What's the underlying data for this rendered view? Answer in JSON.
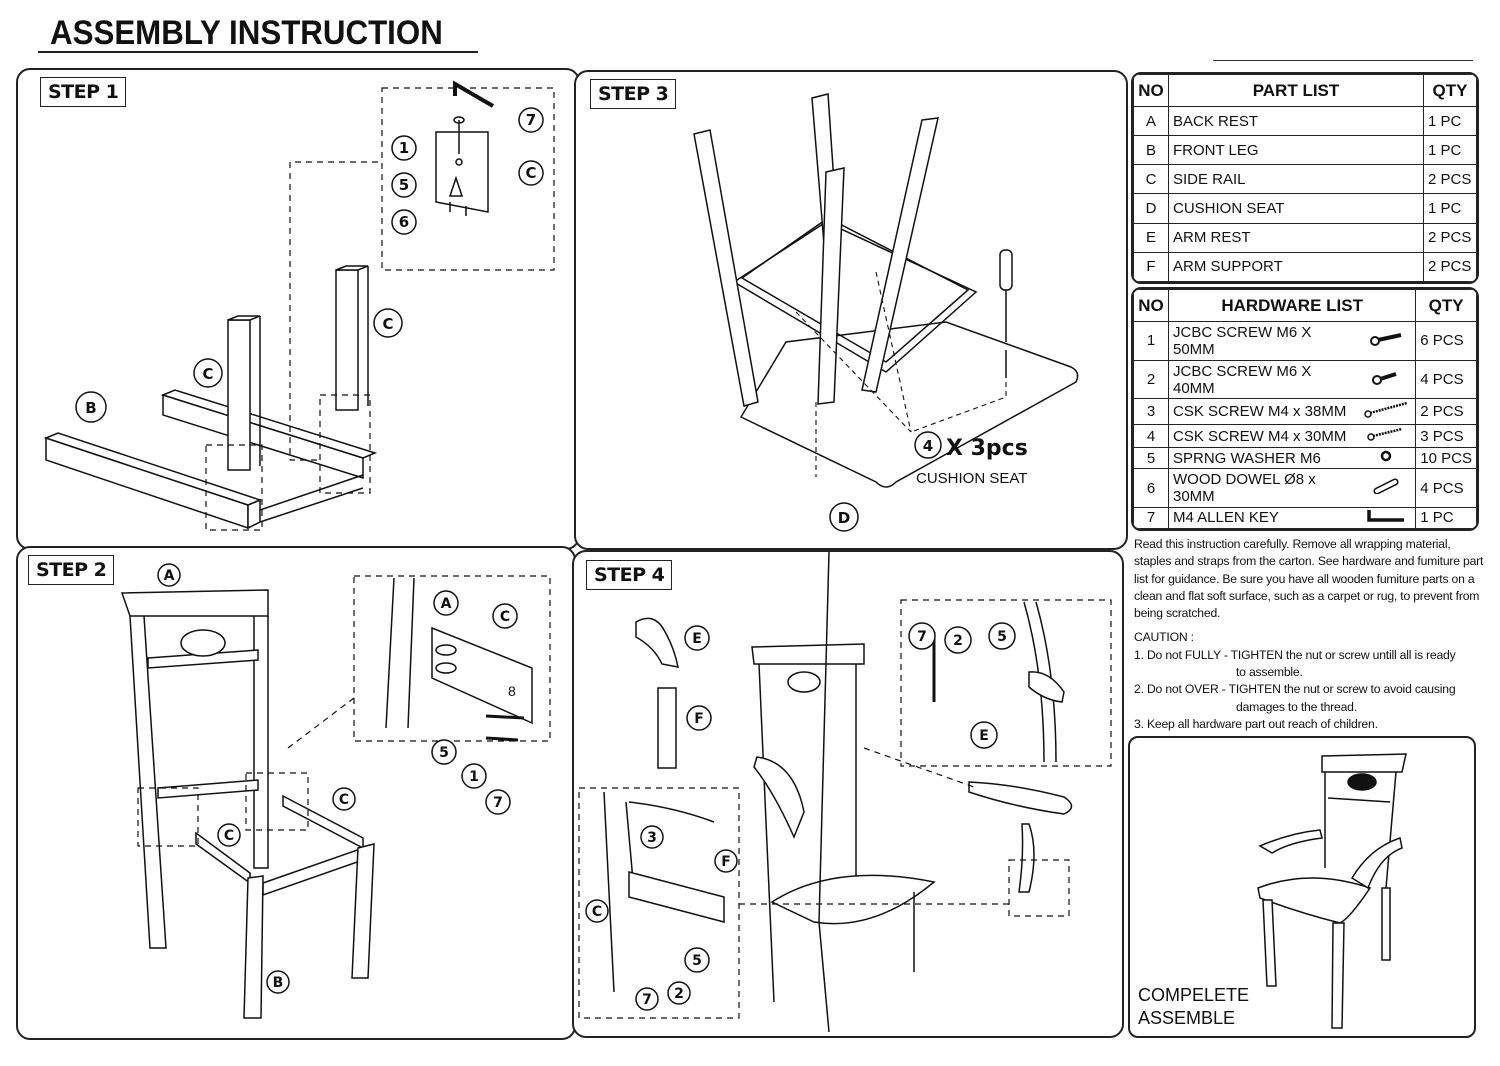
{
  "document": {
    "title": "ASSEMBLY INSTRUCTION"
  },
  "steps": [
    {
      "label": "STEP 1",
      "callouts": [
        "B",
        "C",
        "C",
        "1",
        "5",
        "6",
        "7",
        "C"
      ]
    },
    {
      "label": "STEP 2",
      "callouts": [
        "A",
        "C",
        "C",
        "B",
        "A",
        "C",
        "5",
        "1",
        "7"
      ],
      "part_mark": "8"
    },
    {
      "label": "STEP 3",
      "callouts": [
        "D"
      ],
      "hardware_note": {
        "number": "4",
        "quantity": "X 3pcs",
        "caption": "CUSHION SEAT"
      }
    },
    {
      "label": "STEP 4",
      "callouts": [
        "E",
        "F",
        "3",
        "F",
        "C",
        "5",
        "2",
        "7",
        "7",
        "2",
        "5",
        "E"
      ]
    }
  ],
  "part_list": {
    "headers": {
      "no": "NO",
      "name": "PART LIST",
      "qty": "QTY"
    },
    "rows": [
      {
        "no": "A",
        "name": "BACK REST",
        "qty": "1 PC"
      },
      {
        "no": "B",
        "name": "FRONT LEG",
        "qty": "1 PC"
      },
      {
        "no": "C",
        "name": "SIDE RAIL",
        "qty": "2 PCS"
      },
      {
        "no": "D",
        "name": "CUSHION SEAT",
        "qty": "1 PC"
      },
      {
        "no": "E",
        "name": "ARM REST",
        "qty": "2 PCS"
      },
      {
        "no": "F",
        "name": "ARM SUPPORT",
        "qty": "2 PCS"
      }
    ]
  },
  "hardware_list": {
    "headers": {
      "no": "NO",
      "name": "HARDWARE LIST",
      "qty": "QTY"
    },
    "rows": [
      {
        "no": "1",
        "name": "JCBC SCREW M6 X 50MM",
        "qty": "6 PCS",
        "icon": "bolt-long-icon"
      },
      {
        "no": "2",
        "name": "JCBC SCREW M6 X 40MM",
        "qty": "4 PCS",
        "icon": "bolt-short-icon"
      },
      {
        "no": "3",
        "name": "CSK SCREW M4 x 38MM",
        "qty": "2 PCS",
        "icon": "wood-screw-long-icon"
      },
      {
        "no": "4",
        "name": "CSK SCREW M4 x 30MM",
        "qty": "3 PCS",
        "icon": "wood-screw-short-icon"
      },
      {
        "no": "5",
        "name": "SPRNG WASHER M6",
        "qty": "10 PCS",
        "icon": "washer-icon"
      },
      {
        "no": "6",
        "name": "WOOD DOWEL Ø8 x 30MM",
        "qty": "4 PCS",
        "icon": "dowel-icon"
      },
      {
        "no": "7",
        "name": "M4 ALLEN KEY",
        "qty": "1 PC",
        "icon": "allen-key-icon"
      }
    ]
  },
  "instructions": {
    "intro": "Read this  instruction carefully. Remove all wrapping material, staples and straps from the carton. See hardware and fumiture part list for guidance. Be sure you have all wooden fumiture parts on a clean and flat soft surface, such as a carpet or rug, to prevent from being scratched.",
    "caution_heading": "CAUTION :",
    "cautions": [
      {
        "lead": "1. Do not FULLY - TIGHTEN the nut or screw untill all is ready",
        "cont": "to assemble."
      },
      {
        "lead": "2. Do not OVER -  TIGHTEN the nut or screw to avoid causing",
        "cont": "damages to the thread."
      },
      {
        "lead": "3. Keep all hardware part out reach of children.",
        "cont": ""
      }
    ]
  },
  "complete": {
    "line1": "COMPELETE",
    "line2": "ASSEMBLE"
  }
}
